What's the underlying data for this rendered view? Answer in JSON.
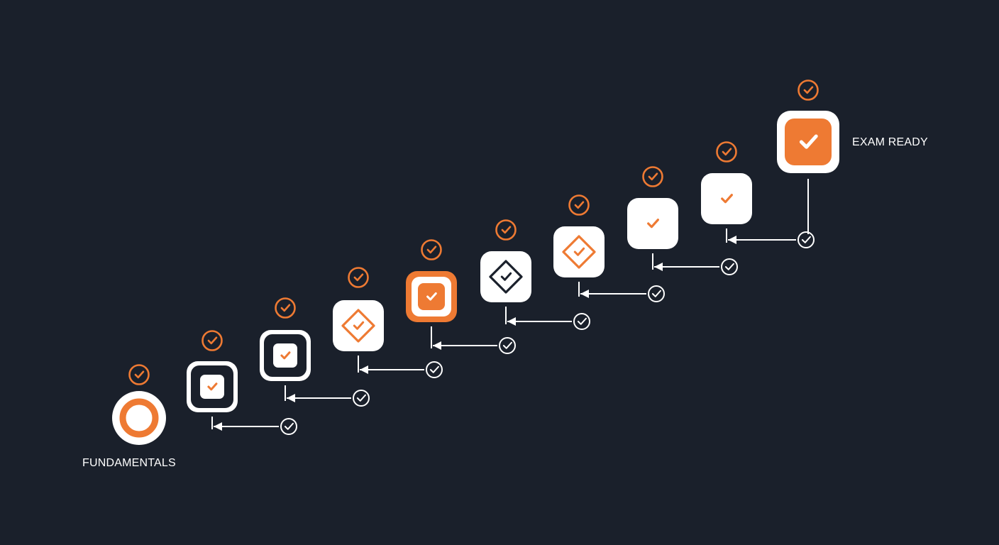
{
  "diagram": {
    "start_label": "FUNDAMENTALS",
    "end_label": "EXAM READY",
    "colors": {
      "background": "#1a202b",
      "accent": "#ee7a33",
      "node_fill": "#ffffff",
      "dark": "#1a202b",
      "connector": "#ffffff"
    },
    "steps": [
      {
        "name": "step-1",
        "icon": "ring-icon",
        "completed": true
      },
      {
        "name": "step-2",
        "icon": "framed-check-icon",
        "completed": true
      },
      {
        "name": "step-3",
        "icon": "framed-check-icon",
        "completed": true
      },
      {
        "name": "step-4",
        "icon": "diamond-check-icon",
        "completed": true
      },
      {
        "name": "step-5",
        "icon": "orange-framed-check-icon",
        "completed": true
      },
      {
        "name": "step-6",
        "icon": "dark-diamond-check-icon",
        "completed": true
      },
      {
        "name": "step-7",
        "icon": "diamond-check-icon",
        "completed": true
      },
      {
        "name": "step-8",
        "icon": "check-icon",
        "completed": true
      },
      {
        "name": "step-9",
        "icon": "check-icon",
        "completed": true
      },
      {
        "name": "step-10",
        "icon": "filled-check-icon",
        "completed": true
      }
    ]
  }
}
